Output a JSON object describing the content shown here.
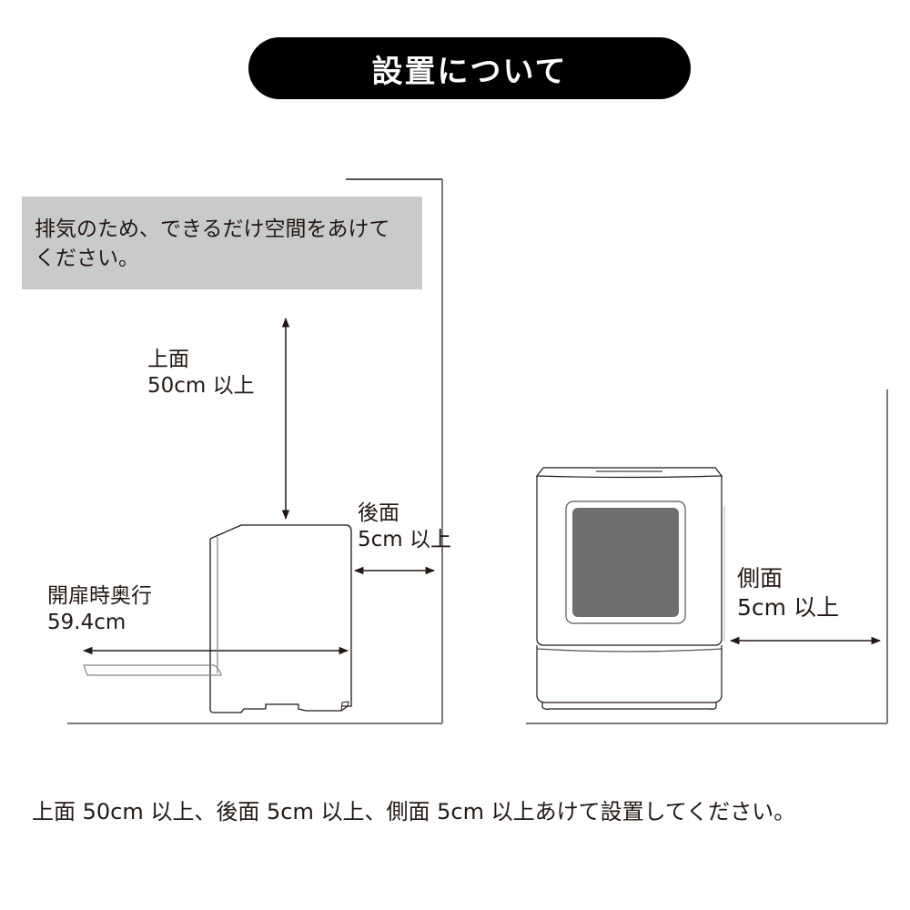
{
  "header": {
    "title": "設置について",
    "background_color": "#000000",
    "text_color": "#ffffff"
  },
  "note": {
    "line1": "排気のため、できるだけ空間をあけて",
    "line2": "ください。",
    "background_color": "#c9caca"
  },
  "side_view": {
    "top_clearance": {
      "label": "上面",
      "value": "50cm 以上"
    },
    "back_clearance": {
      "label": "後面",
      "value": "5cm 以上"
    },
    "open_depth": {
      "label": "開扉時奥行",
      "value": "59.4cm"
    }
  },
  "front_view": {
    "side_clearance": {
      "label": "側面",
      "value": "5cm 以上"
    },
    "window_color": "#6f6f6f"
  },
  "footer": {
    "text": "上面 50cm 以上、後面 5cm 以上、側面 5cm 以上あけて設置してください。"
  }
}
